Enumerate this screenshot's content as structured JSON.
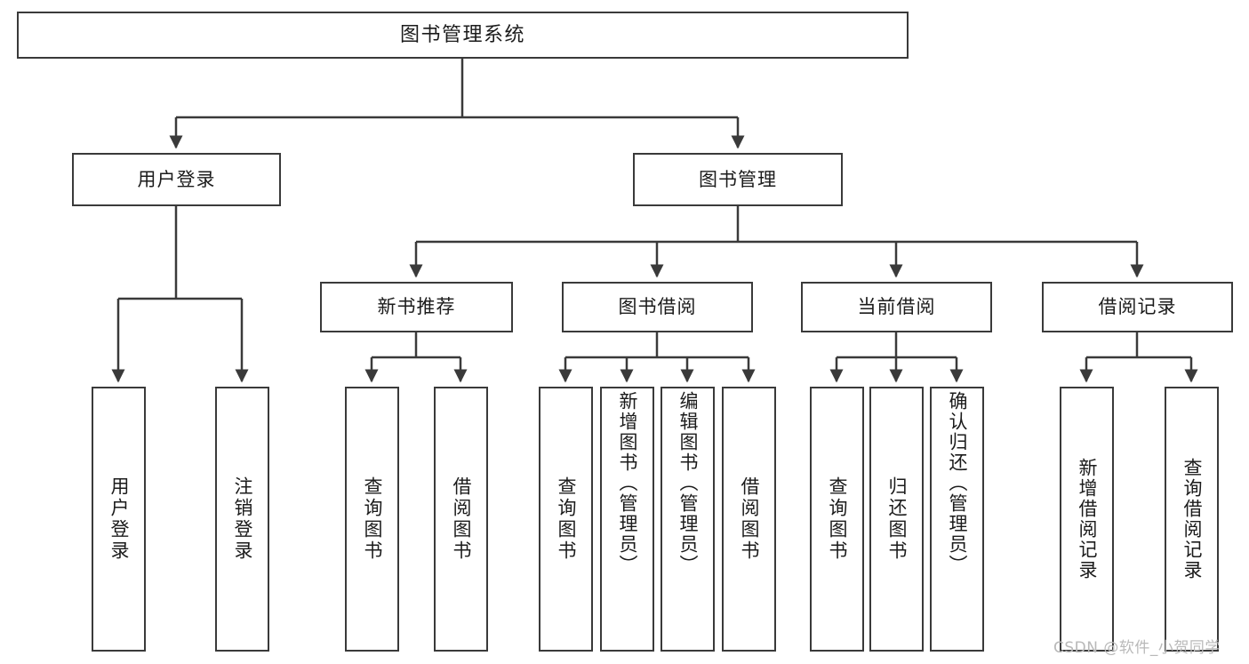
{
  "diagram": {
    "title": "图书管理系统",
    "type": "tree-hierarchy-chart",
    "watermark": "CSDN @软件_小贺同学",
    "colors": {
      "stroke": "#3a3a3a",
      "fill": "#ffffff",
      "text": "#1b1b1b",
      "watermark": "#b9b9b9"
    },
    "nodes": {
      "root": {
        "label": "图书管理系统"
      },
      "level1": [
        {
          "id": "user-login",
          "label": "用户登录"
        },
        {
          "id": "book-manage",
          "label": "图书管理"
        }
      ],
      "level2": [
        {
          "id": "new-book-recommend",
          "label": "新书推荐"
        },
        {
          "id": "book-borrow",
          "label": "图书借阅"
        },
        {
          "id": "current-borrow",
          "label": "当前借阅"
        },
        {
          "id": "borrow-record",
          "label": "借阅记录"
        }
      ],
      "leaves": [
        {
          "id": "leaf-user-login",
          "label": "用户登录",
          "parent": "user-login"
        },
        {
          "id": "leaf-logout-login",
          "label": "注销登录",
          "parent": "user-login"
        },
        {
          "id": "leaf-query-book-1",
          "label": "查询图书",
          "parent": "new-book-recommend"
        },
        {
          "id": "leaf-borrow-book-1",
          "label": "借阅图书",
          "parent": "new-book-recommend"
        },
        {
          "id": "leaf-query-book-2",
          "label": "查询图书",
          "parent": "book-borrow"
        },
        {
          "id": "leaf-add-book",
          "label": "新增图书（管理员）",
          "parent": "book-borrow"
        },
        {
          "id": "leaf-edit-book",
          "label": "编辑图书（管理员）",
          "parent": "book-borrow"
        },
        {
          "id": "leaf-borrow-book-2",
          "label": "借阅图书",
          "parent": "book-borrow"
        },
        {
          "id": "leaf-query-book-3",
          "label": "查询图书",
          "parent": "current-borrow"
        },
        {
          "id": "leaf-return-book",
          "label": "归还图书",
          "parent": "current-borrow"
        },
        {
          "id": "leaf-confirm-return",
          "label": "确认归还（管理员）",
          "parent": "current-borrow"
        },
        {
          "id": "leaf-add-borrow-record",
          "label": "新增借阅记录",
          "parent": "borrow-record"
        },
        {
          "id": "leaf-query-borrow-record",
          "label": "查询借阅记录",
          "parent": "borrow-record"
        }
      ]
    }
  }
}
